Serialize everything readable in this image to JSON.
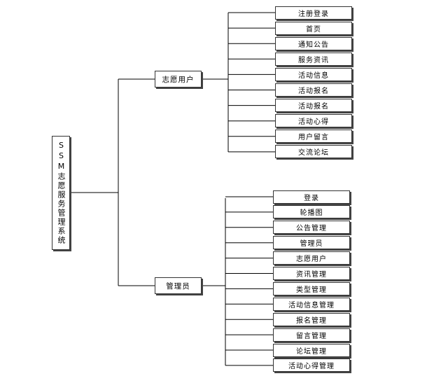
{
  "root": {
    "label": "SSM志愿服务管理系统"
  },
  "volunteer": {
    "label": "志愿用户",
    "items": [
      "注册登录",
      "首页",
      "通知公告",
      "服务资讯",
      "活动信息",
      "活动报名",
      "活动报名",
      "活动心得",
      "用户留言",
      "交流论坛"
    ]
  },
  "admin": {
    "label": "管理员",
    "items": [
      "登录",
      "轮播图",
      "公告管理",
      "管理员",
      "志愿用户",
      "资讯管理",
      "类型管理",
      "活动信息管理",
      "报名管理",
      "留言管理",
      "论坛管理",
      "活动心得管理"
    ]
  }
}
